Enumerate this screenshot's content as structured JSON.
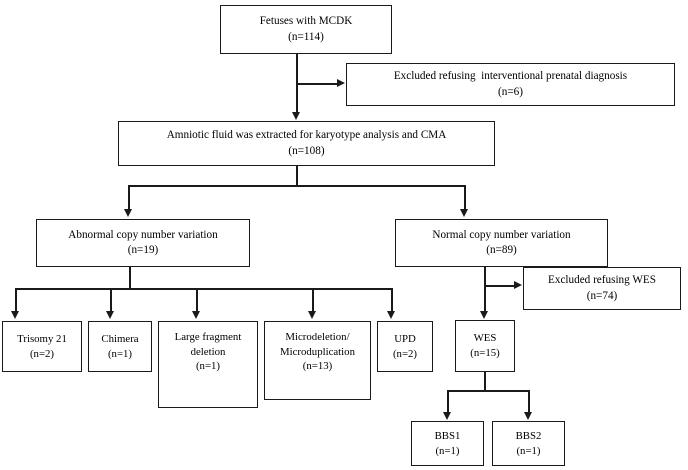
{
  "chart_data": {
    "type": "diagram",
    "title": "Fetuses with MCDK prenatal diagnosis flowchart",
    "nodes": [
      {
        "id": "mcdk",
        "label": "Fetuses with MCDK",
        "count": "(n=114)",
        "n": 114
      },
      {
        "id": "excluded_ipd",
        "label": "Excluded refusing  interventional prenatal diagnosis",
        "count": "(n=6)",
        "n": 6
      },
      {
        "id": "amniotic",
        "label": "Amniotic fluid was extracted for karyotype analysis and CMA",
        "count": "(n=108)",
        "n": 108
      },
      {
        "id": "abnormal_cnv",
        "label": "Abnormal copy number variation",
        "count": "(n=19)",
        "n": 19
      },
      {
        "id": "normal_cnv",
        "label": "Normal copy number variation",
        "count": "(n=89)",
        "n": 89
      },
      {
        "id": "excluded_wes",
        "label": "Excluded refusing WES",
        "count": "(n=74)",
        "n": 74
      },
      {
        "id": "trisomy21",
        "label": "Trisomy 21",
        "count": "(n=2)",
        "n": 2
      },
      {
        "id": "chimera",
        "label": "Chimera",
        "count": "(n=1)",
        "n": 1
      },
      {
        "id": "large_fragment",
        "label": "Large fragment",
        "label2": "deletion",
        "count": "(n=1)",
        "n": 1
      },
      {
        "id": "microdel",
        "label": "Microdeletion/",
        "label2": "Microduplication",
        "count": "(n=13)",
        "n": 13
      },
      {
        "id": "upd",
        "label": "UPD",
        "count": "(n=2)",
        "n": 2
      },
      {
        "id": "wes",
        "label": "WES",
        "count": "(n=15)",
        "n": 15
      },
      {
        "id": "bbs1",
        "label": "BBS1",
        "count": "(n=1)",
        "n": 1
      },
      {
        "id": "bbs2",
        "label": "BBS2",
        "count": "(n=1)",
        "n": 1
      }
    ],
    "edges": [
      {
        "from": "mcdk",
        "to": "excluded_ipd",
        "style": "arrow-right"
      },
      {
        "from": "mcdk",
        "to": "amniotic",
        "style": "arrow-down"
      },
      {
        "from": "amniotic",
        "to": "abnormal_cnv",
        "style": "arrow-down"
      },
      {
        "from": "amniotic",
        "to": "normal_cnv",
        "style": "arrow-down"
      },
      {
        "from": "abnormal_cnv",
        "to": "trisomy21",
        "style": "arrow-down"
      },
      {
        "from": "abnormal_cnv",
        "to": "chimera",
        "style": "arrow-down"
      },
      {
        "from": "abnormal_cnv",
        "to": "large_fragment",
        "style": "arrow-down"
      },
      {
        "from": "abnormal_cnv",
        "to": "microdel",
        "style": "arrow-down"
      },
      {
        "from": "abnormal_cnv",
        "to": "upd",
        "style": "arrow-down"
      },
      {
        "from": "normal_cnv",
        "to": "excluded_wes",
        "style": "arrow-right"
      },
      {
        "from": "normal_cnv",
        "to": "wes",
        "style": "arrow-down"
      },
      {
        "from": "wes",
        "to": "bbs1",
        "style": "arrow-down"
      },
      {
        "from": "wes",
        "to": "bbs2",
        "style": "arrow-down"
      }
    ],
    "colors": {
      "line": "#1a1a1a",
      "box_border": "#1a1a1a",
      "background": "#ffffff",
      "text": "#000000"
    }
  },
  "nodes": {
    "mcdk": {
      "line1": "Fetuses with MCDK",
      "line2": "(n=114)"
    },
    "excluded_ipd": {
      "line1": "Excluded refusing  interventional prenatal diagnosis",
      "line2": "(n=6)"
    },
    "amniotic": {
      "line1": "Amniotic fluid was extracted for karyotype analysis and CMA",
      "line2": "(n=108)"
    },
    "abnormal_cnv": {
      "line1": "Abnormal copy number variation",
      "line2": "(n=19)"
    },
    "normal_cnv": {
      "line1": "Normal copy number variation",
      "line2": "(n=89)"
    },
    "excluded_wes": {
      "line1": "Excluded refusing WES",
      "line2": "(n=74)"
    },
    "trisomy21": {
      "line1": "Trisomy 21",
      "line2": "(n=2)"
    },
    "chimera": {
      "line1": "Chimera",
      "line2": "(n=1)"
    },
    "large_fragment": {
      "line1": "Large fragment",
      "line2": "deletion",
      "line3": "(n=1)"
    },
    "microdel": {
      "line1": "Microdeletion/",
      "line2": "Microduplication",
      "line3": "(n=13)"
    },
    "upd": {
      "line1": "UPD",
      "line2": "(n=2)"
    },
    "wes": {
      "line1": "WES",
      "line2": "(n=15)"
    },
    "bbs1": {
      "line1": "BBS1",
      "line2": "(n=1)"
    },
    "bbs2": {
      "line1": "BBS2",
      "line2": "(n=1)"
    }
  }
}
